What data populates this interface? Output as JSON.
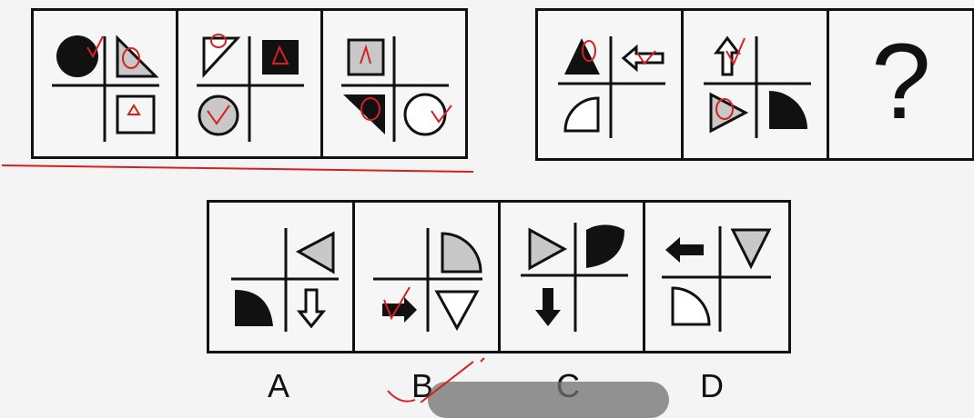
{
  "question_mark": "?",
  "options": [
    "A",
    "B",
    "C",
    "D"
  ],
  "colors": {
    "ink": "#111111",
    "gray_fill": "#c8c8c8",
    "annotation": "#d62020",
    "background": "#f4f4f4"
  },
  "icons": {
    "group1": [
      [
        "circle-black",
        "triangle-gray",
        "square-with-triangle"
      ],
      [
        "triangle-outline",
        "square-black-with-triangle",
        "circle-gray"
      ],
      [
        "square-gray-with-triangle",
        "triangle-black",
        "circle-outline"
      ]
    ],
    "group2": [
      [
        "triangle-black",
        "arrow-left-outline",
        "quarter-circle-outline"
      ],
      [
        "arrow-up-outline",
        "triangle-gray-right",
        "quarter-circle-black"
      ],
      [
        "question-mark"
      ]
    ],
    "answers": {
      "A": [
        "triangle-gray-left",
        "quarter-circle-black",
        "arrow-down-outline"
      ],
      "B": [
        "quarter-circle-gray",
        "arrow-right-black",
        "triangle-outline-down"
      ],
      "C": [
        "triangle-gray-right",
        "quarter-circle-black",
        "arrow-down-black"
      ],
      "D": [
        "arrow-left-black",
        "triangle-gray-down",
        "quarter-circle-outline"
      ]
    }
  }
}
